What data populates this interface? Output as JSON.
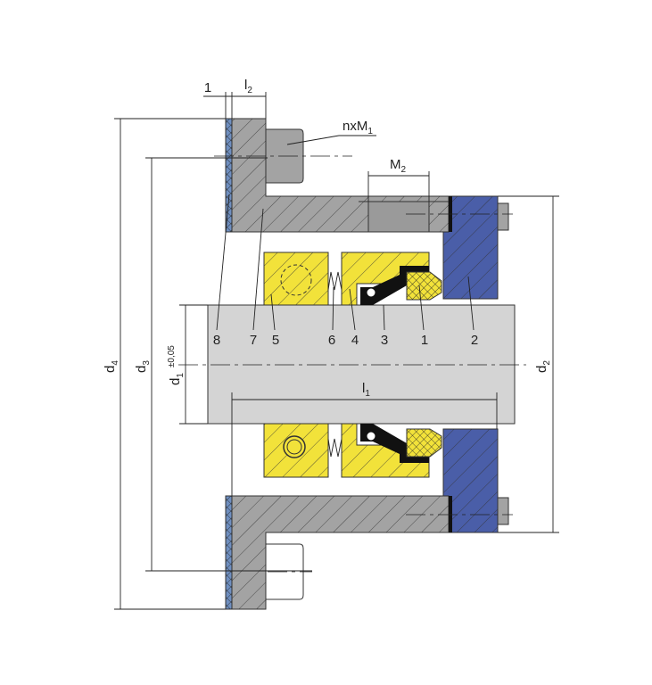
{
  "title": "Mechanical seal cross-section",
  "colors": {
    "gland": "#a3a3a3",
    "shaft": "#d4d4d4",
    "seat": "#4a5ea8",
    "rotating": "#f2e23a",
    "bellows": "#111111",
    "plate": "#6f8fc0"
  },
  "dimensions": {
    "gap": "1",
    "l2": {
      "main": "l",
      "sub": "2"
    },
    "bolt": {
      "main": "nxM",
      "sub": "1"
    },
    "m2": {
      "main": "M",
      "sub": "2"
    },
    "d4": {
      "main": "d",
      "sub": "4"
    },
    "d3": {
      "main": "d",
      "sub": "3"
    },
    "d1": {
      "main": "d",
      "sub": "1",
      "tol": "±0,05"
    },
    "d2": {
      "main": "d",
      "sub": "2"
    },
    "l1": {
      "main": "l",
      "sub": "1"
    }
  },
  "parts": [
    "8",
    "7",
    "5",
    "6",
    "4",
    "3",
    "1",
    "2"
  ]
}
